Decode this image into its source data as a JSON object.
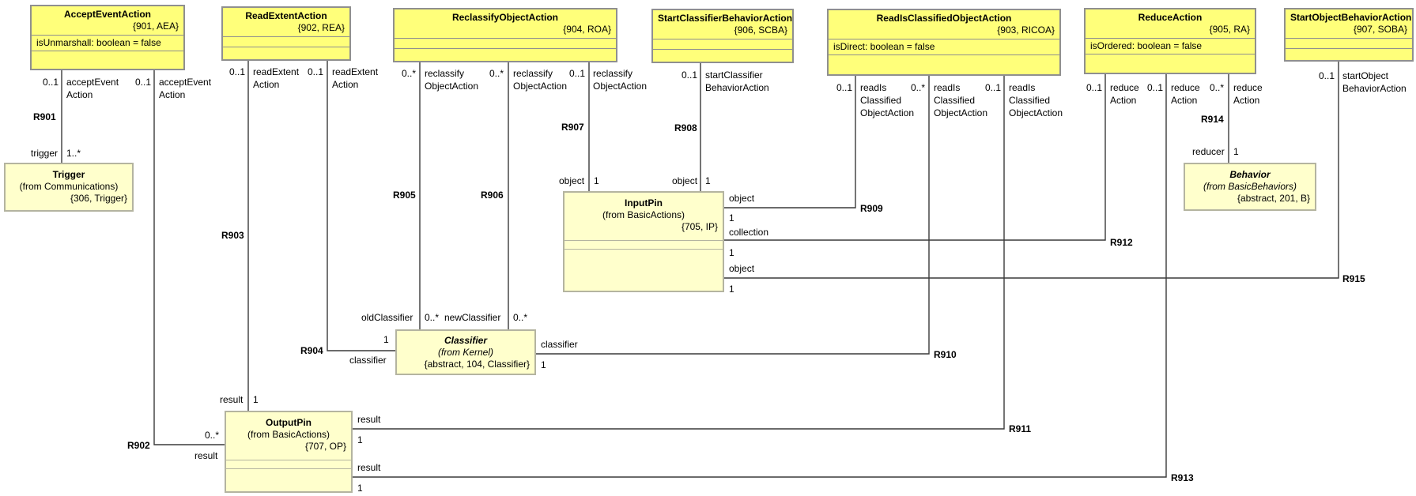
{
  "classes": {
    "aea": {
      "name": "AcceptEventAction",
      "key": "{901, AEA}",
      "attrs": [
        "isUnmarshall: boolean = false"
      ]
    },
    "rea": {
      "name": "ReadExtentAction",
      "key": "{902, REA}",
      "attrs": []
    },
    "roa": {
      "name": "ReclassifyObjectAction",
      "key": "{904, ROA}",
      "attrs": []
    },
    "scba": {
      "name": "StartClassifierBehaviorAction",
      "key": "{906, SCBA}",
      "attrs": []
    },
    "ricoa": {
      "name": "ReadIsClassifiedObjectAction",
      "key": "{903, RICOA}",
      "attrs": [
        "isDirect: boolean = false"
      ]
    },
    "ra": {
      "name": "ReduceAction",
      "key": "{905, RA}",
      "attrs": [
        "isOrdered: boolean = false"
      ]
    },
    "soba": {
      "name": "StartObjectBehaviorAction",
      "key": "{907, SOBA}",
      "attrs": []
    },
    "trigger": {
      "name": "Trigger",
      "from": "(from Communications)",
      "key": "{306, Trigger}"
    },
    "inputpin": {
      "name": "InputPin",
      "from": "(from BasicActions)",
      "key": "{705, IP}"
    },
    "behavior": {
      "name": "Behavior",
      "from": "(from BasicBehaviors)",
      "key": "{abstract, 201, B}"
    },
    "classifier": {
      "name": "Classifier",
      "from": "(from Kernel)",
      "key": "{abstract, 104, Classifier}"
    },
    "outputpin": {
      "name": "OutputPin",
      "from": "(from BasicActions)",
      "key": "{707, OP}"
    }
  },
  "relationships": [
    "R901",
    "R902",
    "R903",
    "R904",
    "R905",
    "R906",
    "R907",
    "R908",
    "R909",
    "R910",
    "R911",
    "R912",
    "R913",
    "R914",
    "R915"
  ],
  "labels": {
    "m01": "0..1",
    "m1": "1",
    "m0star": "0..*",
    "m1star": "1..*",
    "acceptEventAction": "acceptEvent\nAction",
    "readExtentAction": "readExtent\nAction",
    "reclassifyObjectAction": "reclassify\nObjectAction",
    "startClassifierBehaviorAction": "startClassifier\nBehaviorAction",
    "readIsClassifiedObjectAction": "readIs\nClassified\nObjectAction",
    "reduceAction": "reduce\nAction",
    "startObjectBehaviorAction": "startObject\nBehaviorAction",
    "trigger": "trigger",
    "result": "result",
    "object": "object",
    "collection": "collection",
    "oldClassifier": "oldClassifier",
    "newClassifier": "newClassifier",
    "classifier": "classifier",
    "reducer": "reducer"
  }
}
